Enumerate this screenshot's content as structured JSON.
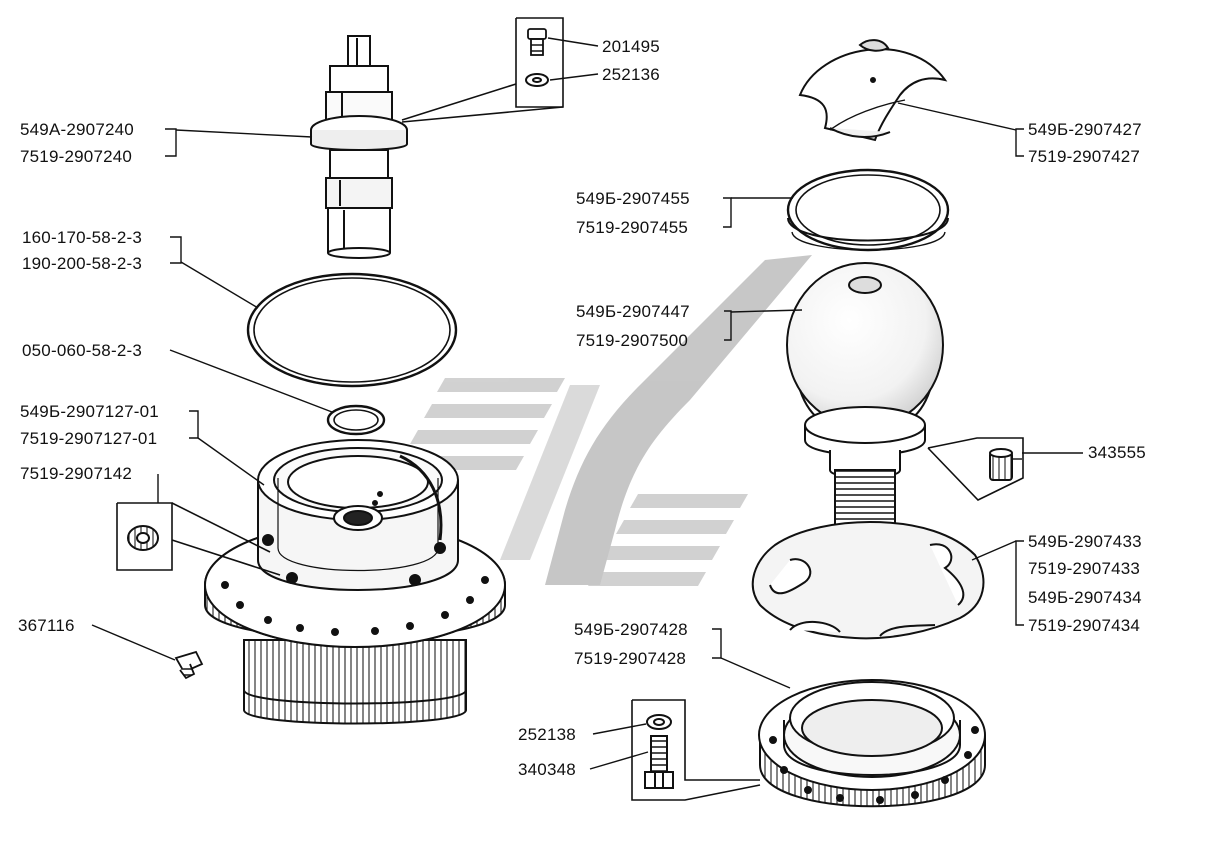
{
  "labels": {
    "p201495": "201495",
    "p252136": "252136",
    "p549A_2907240": "549А-2907240",
    "p7519_2907240": "7519-2907240",
    "p160_170": "160-170-58-2-3",
    "p190_200": "190-200-58-2-3",
    "p050_060": "050-060-58-2-3",
    "p549B_2907127": "549Б-2907127-01",
    "p7519_2907127": "7519-2907127-01",
    "p7519_2907142": "7519-2907142",
    "p367116": "367116",
    "p549B_2907427": "549Б-2907427",
    "p7519_2907427": "7519-2907427",
    "p549B_2907455": "549Б-2907455",
    "p7519_2907455": "7519-2907455",
    "p549B_2907447": "549Б-2907447",
    "p7519_2907500": "7519-2907500",
    "p343555": "343555",
    "p549B_2907433": "549Б-2907433",
    "p7519_2907433": "7519-2907433",
    "p549B_2907434": "549Б-2907434",
    "p7519_2907434": "7519-2907434",
    "p549B_2907428": "549Б-2907428",
    "p7519_2907428": "7519-2907428",
    "p252138": "252138",
    "p340348": "340348"
  },
  "colors": {
    "ink": "#111111",
    "watermark": "#c8c8c8",
    "watermark_dark": "#b4b4b4"
  }
}
